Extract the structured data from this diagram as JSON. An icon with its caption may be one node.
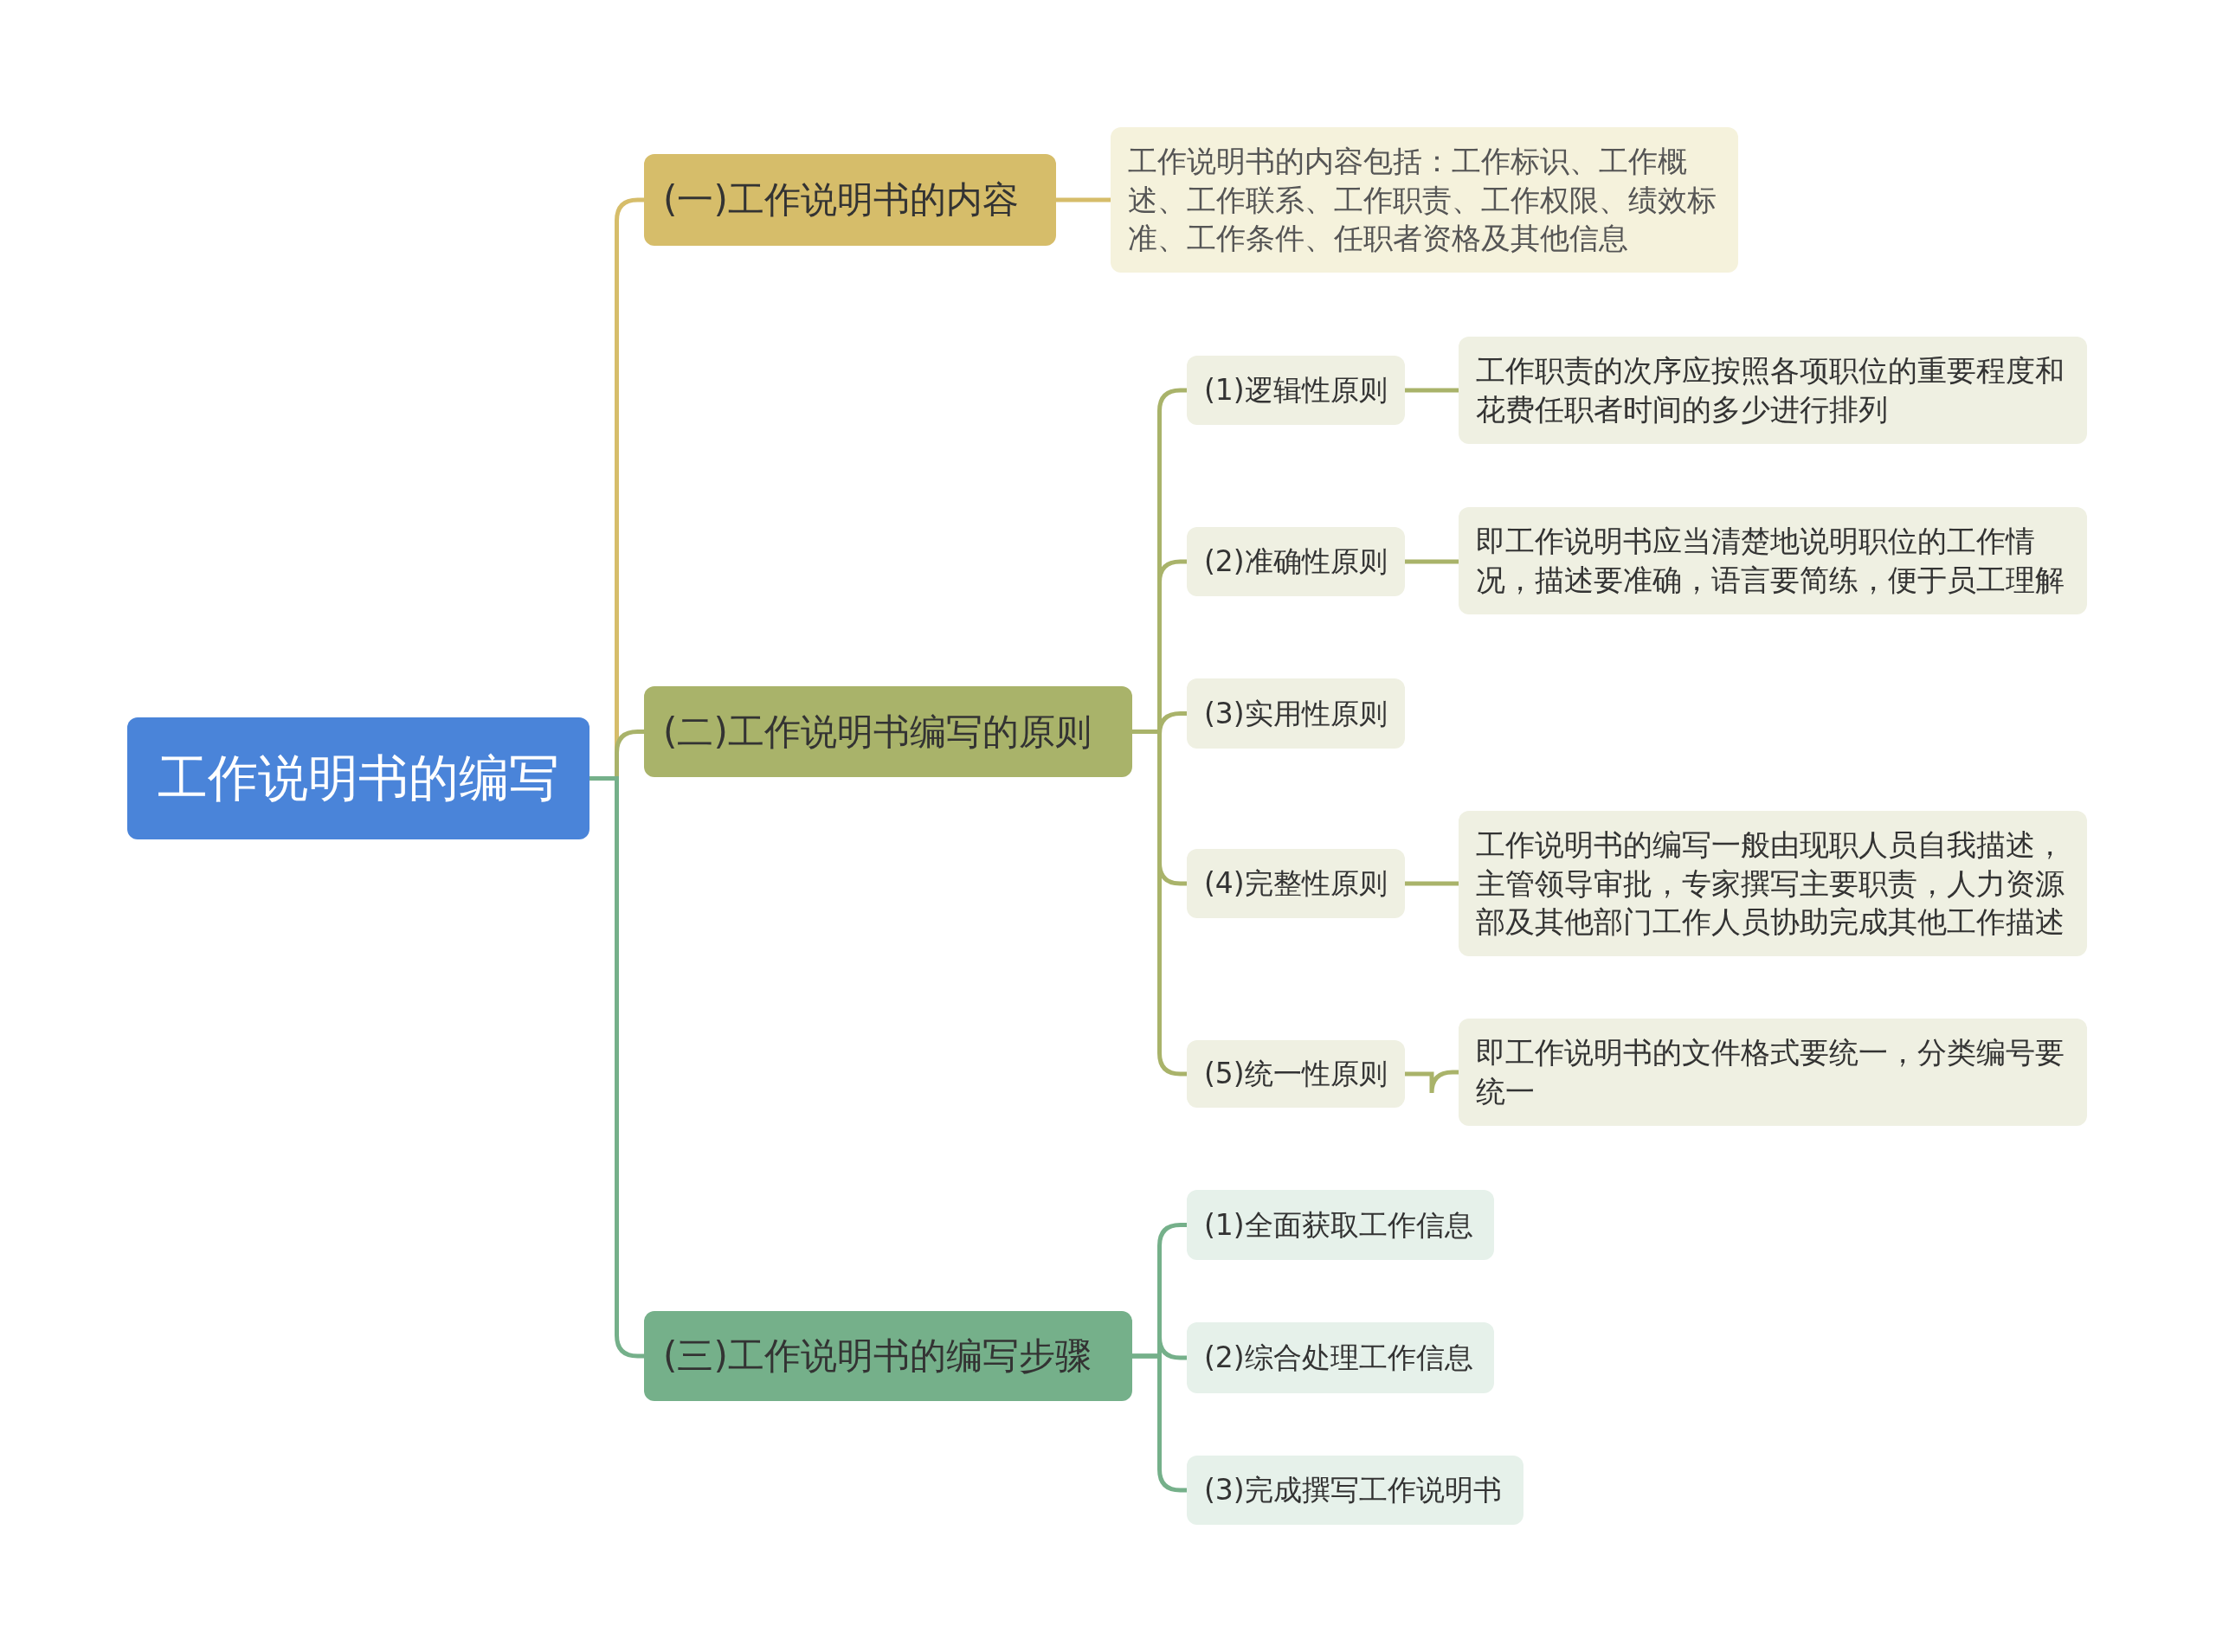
{
  "diagram": {
    "nodes": [
      {
        "text": [
          "工作说明书的编写"
        ]
      },
      {
        "text": [
          "(一)工作说明书的内容"
        ]
      },
      {
        "text": [
          "工作说明书的内容包括：工作标识、工作概述、工作联系、工作职责、工作权限、绩效标准、工作条件、任职者资格及其他信息"
        ]
      },
      {
        "text": [
          "(二)工作说明书编写的原则"
        ]
      },
      {
        "text": [
          "(1)逻辑性原则"
        ]
      },
      {
        "text": [
          "工作职责的次序应按照各项职位的重要程度和花费任职者时间的多少进行排列"
        ]
      },
      {
        "text": [
          "(2)准确性原则"
        ]
      },
      {
        "text": [
          "即工作说明书应当清楚地说明职位的工作情况，描述要准确，语言要简练，便于员工理解"
        ]
      },
      {
        "text": [
          "(3)实用性原则"
        ]
      },
      {
        "text": [
          "(4)完整性原则"
        ]
      },
      {
        "text": [
          "工作说明书的编写一般由现职人员自我描述，主管领导审批，专家撰写主要职责，人力资源部及其他部门工作人员协助完成其他工作描述"
        ]
      },
      {
        "text": [
          "(5)统一性原则"
        ]
      },
      {
        "text": [
          "即工作说明书的文件格式要统一，分类编号要统一"
        ]
      },
      {
        "text": [
          "(三)工作说明书的编写步骤"
        ]
      },
      {
        "text": [
          "(1)全面获取工作信息"
        ]
      },
      {
        "text": [
          "(2)综合处理工作信息"
        ]
      },
      {
        "text": [
          "(3)完成撰写工作说明书"
        ]
      }
    ],
    "edges": [
      {
        "from": 0,
        "to": 1,
        "arrow": "none",
        "color": "#d6bd6a"
      },
      {
        "from": 1,
        "to": 2,
        "arrow": "none",
        "color": "#d6bd6a"
      },
      {
        "from": 0,
        "to": 3,
        "arrow": "none"
      },
      {
        "from": 3,
        "to": 4,
        "arrow": "none"
      },
      {
        "from": 4,
        "to": 5,
        "arrow": "none"
      },
      {
        "from": 3,
        "to": 6,
        "arrow": "none"
      },
      {
        "from": 6,
        "to": 7,
        "arrow": "none"
      },
      {
        "from": 3,
        "to": 8,
        "arrow": "none"
      },
      {
        "from": 3,
        "to": 9,
        "arrow": "none"
      },
      {
        "from": 9,
        "to": 10,
        "arrow": "none"
      },
      {
        "from": 3,
        "to": 11,
        "arrow": "none"
      },
      {
        "from": 11,
        "to": 12,
        "arrow": "none"
      },
      {
        "from": 0,
        "to": 13,
        "arrow": "none",
        "color": "#75b08a"
      },
      {
        "from": 13,
        "to": 14,
        "arrow": "none",
        "color": "#75b08a"
      },
      {
        "from": 13,
        "to": 15,
        "arrow": "none",
        "color": "#75b08a"
      },
      {
        "from": 13,
        "to": 16,
        "arrow": "none",
        "color": "#75b08a"
      }
    ]
  }
}
